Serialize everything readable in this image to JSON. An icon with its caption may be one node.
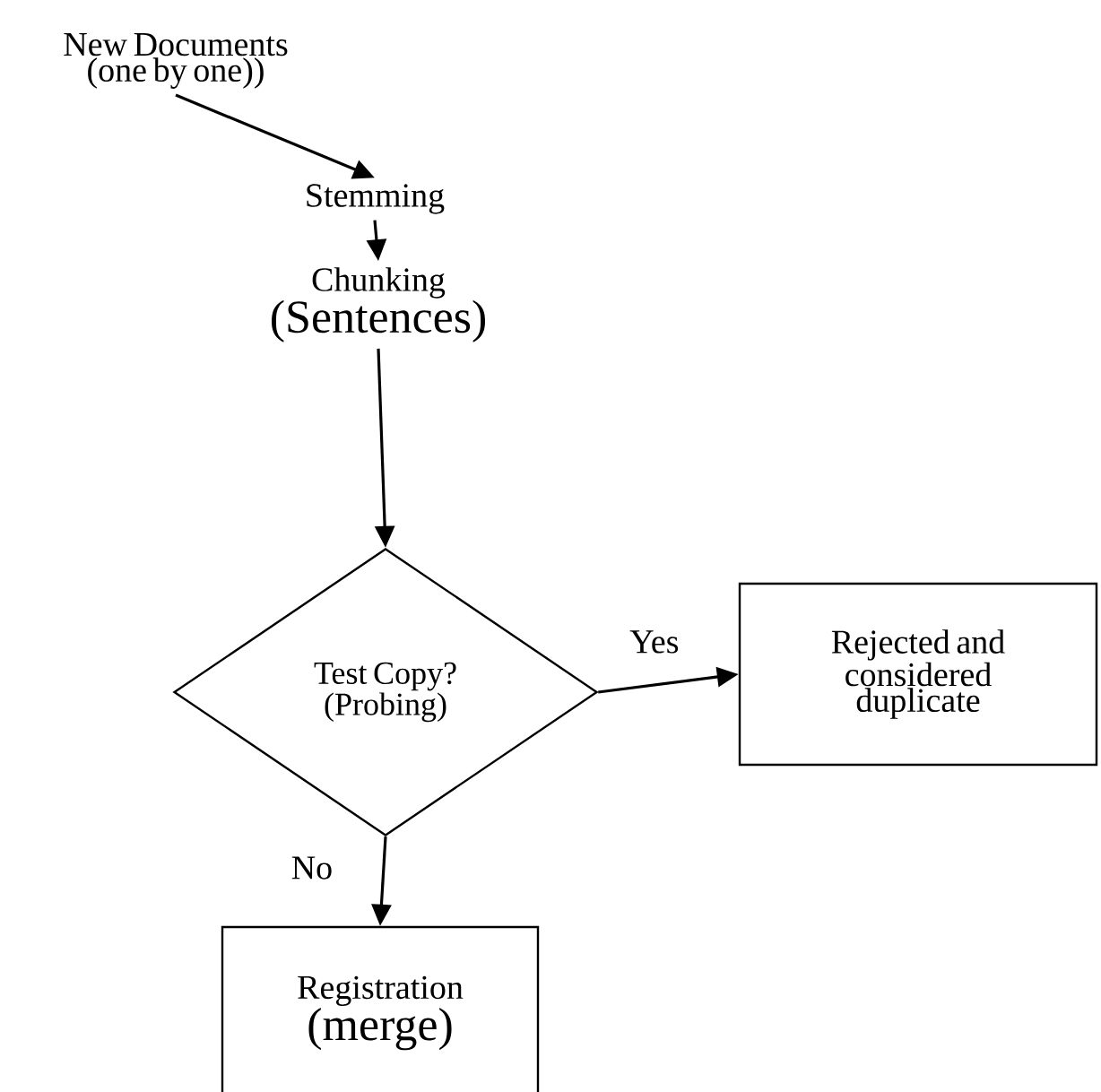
{
  "diagram": {
    "nodes": [
      {
        "text": [
          "New Documents (one by one))"
        ]
      },
      {
        "text": [
          "Stemming"
        ]
      },
      {
        "text": [
          "Chunking",
          "(Sentences)"
        ]
      },
      {
        "text": [
          "Test Copy? (Probing)"
        ]
      },
      {
        "text": [
          "Rejected and considered duplicate"
        ]
      },
      {
        "text": [
          "Registration",
          "(merge)"
        ]
      }
    ],
    "edges": [
      {
        "from": 0,
        "to": 1,
        "arrow": "to"
      },
      {
        "from": 1,
        "to": 2,
        "arrow": "to"
      },
      {
        "from": 2,
        "to": 3,
        "arrow": "to"
      },
      {
        "from": 3,
        "to": 4,
        "arrow": "to",
        "label": "Yes"
      },
      {
        "from": 3,
        "to": 5,
        "arrow": "to",
        "label": "No"
      }
    ]
  }
}
